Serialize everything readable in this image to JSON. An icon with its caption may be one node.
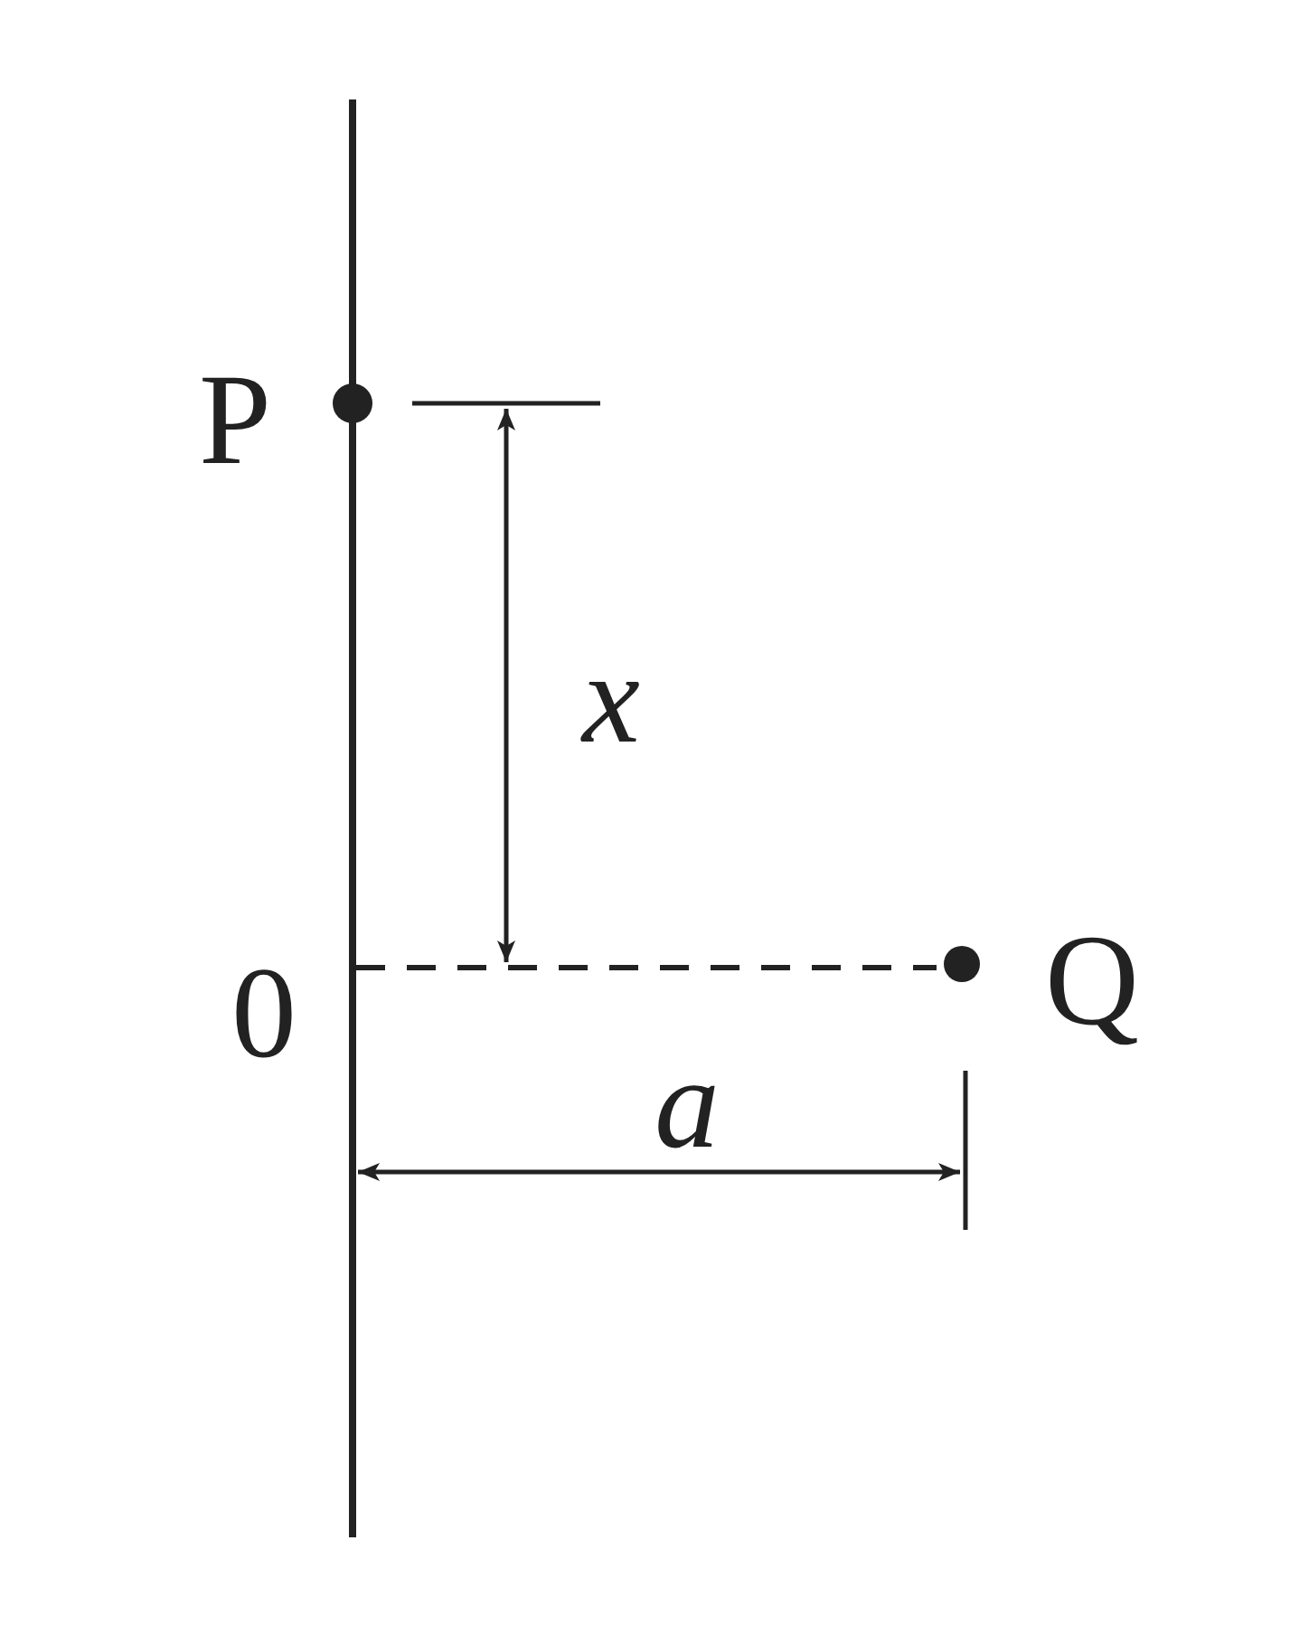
{
  "diagram": {
    "labels": [
      "P",
      "x",
      "0",
      "Q",
      "a"
    ]
  }
}
